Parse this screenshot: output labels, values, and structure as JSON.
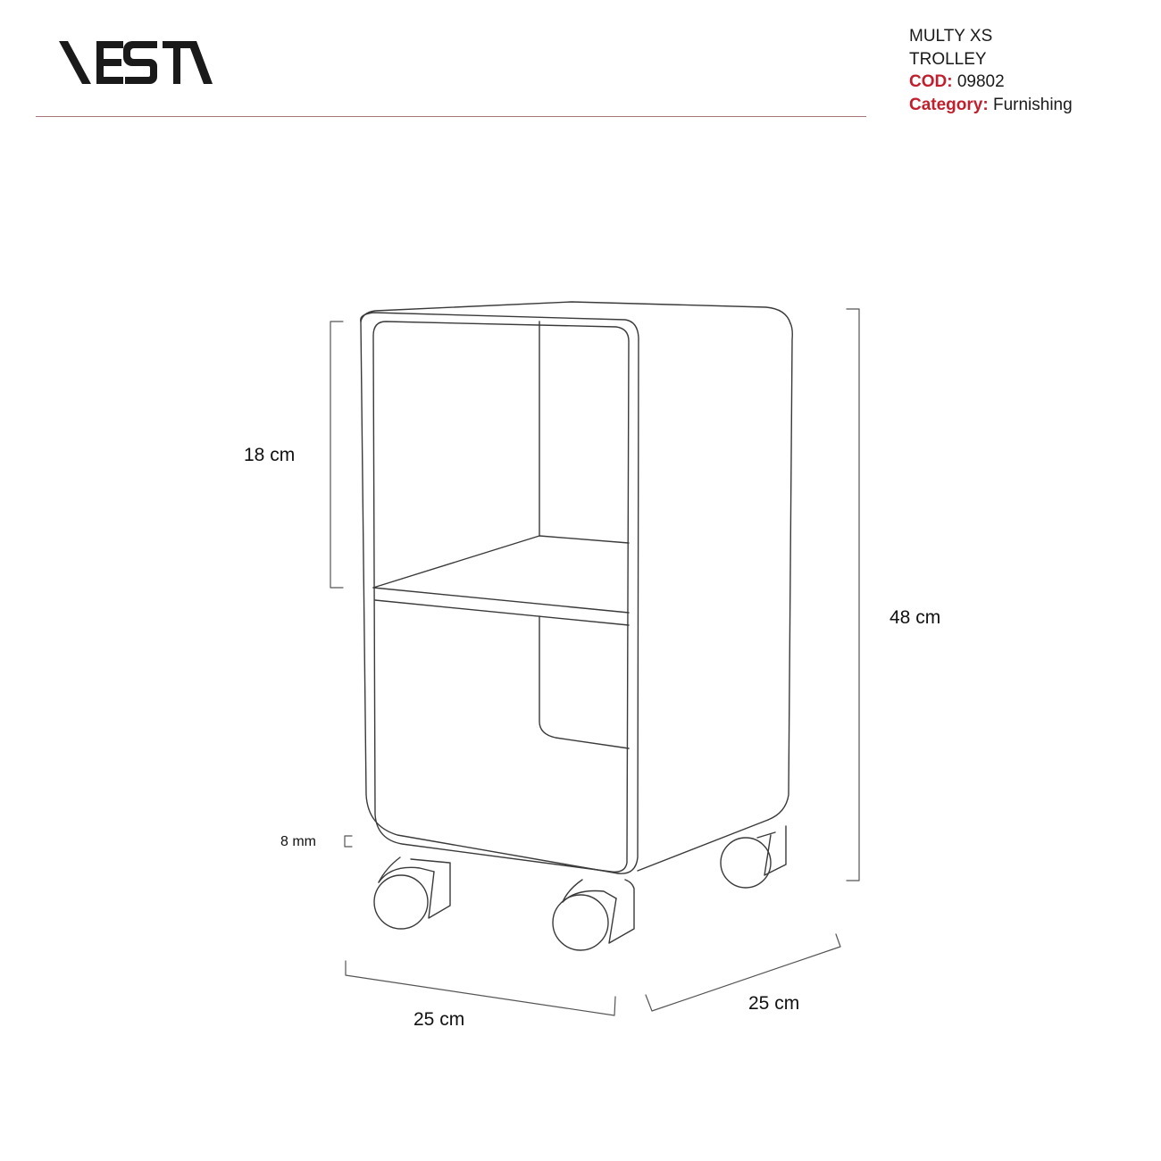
{
  "brand": {
    "logo_text": "VESTA",
    "accent_color": "#c0202e",
    "separator_color": "#a9777a"
  },
  "product": {
    "name_line1": "MULTY XS",
    "name_line2": "TROLLEY",
    "code_label": "COD:",
    "code_value": "09802",
    "category_label": "Category:",
    "category_value": "Furnishing"
  },
  "drawing": {
    "subject": "trolley-line-drawing",
    "dimensions": {
      "shelf_height": "18 cm",
      "total_height": "48 cm",
      "panel_thickness": "8 mm",
      "width": "25 cm",
      "depth": "25 cm"
    }
  }
}
